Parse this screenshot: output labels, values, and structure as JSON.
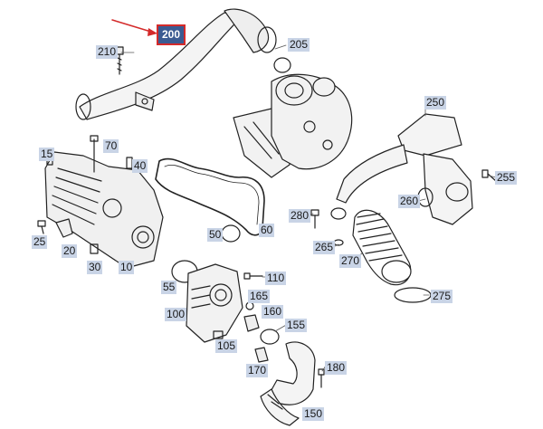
{
  "diagram": {
    "highlight_color": "#d42a2a",
    "label_bg": "#c9d4e6",
    "highlight_bg": "#3b5b92",
    "highlighted_part": "200",
    "part_labels": {
      "p200": "200",
      "p210": "210",
      "p205": "205",
      "p250": "250",
      "p15": "15",
      "p70": "70",
      "p40": "40",
      "p255": "255",
      "p260": "260",
      "p280": "280",
      "p265": "265",
      "p270": "270",
      "p25": "25",
      "p20": "20",
      "p50": "50",
      "p60": "60",
      "p30": "30",
      "p10": "10",
      "p55": "55",
      "p110": "110",
      "p165": "165",
      "p100": "100",
      "p160": "160",
      "p155": "155",
      "p105": "105",
      "p170": "170",
      "p180": "180",
      "p150": "150",
      "p275": "275"
    }
  }
}
